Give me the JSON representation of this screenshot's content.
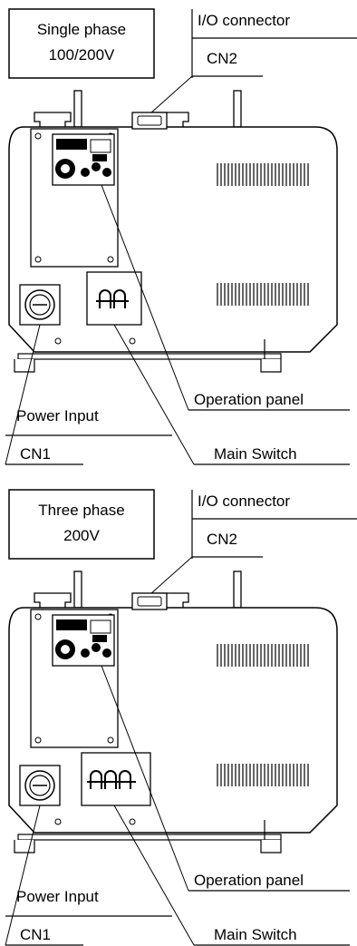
{
  "panels": [
    {
      "phase_title_line1": "Single phase",
      "phase_title_line2": "100/200V",
      "io_connector": "I/O connector",
      "cn2": "CN2",
      "operation_panel": "Operation panel",
      "power_input": "Power Input",
      "cn1": "CN1",
      "main_switch": "Main Switch",
      "switch_poles": 2
    },
    {
      "phase_title_line1": "Three phase",
      "phase_title_line2": "200V",
      "io_connector": "I/O connector",
      "cn2": "CN2",
      "operation_panel": "Operation panel",
      "power_input": "Power Input",
      "cn1": "CN1",
      "main_switch": "Main Switch",
      "switch_poles": 3
    }
  ]
}
